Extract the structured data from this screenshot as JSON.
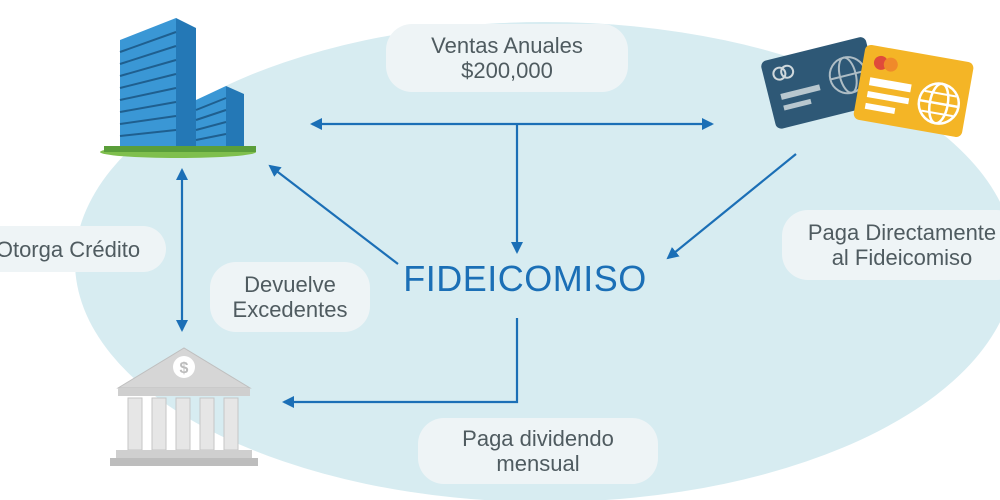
{
  "center": {
    "label": "FIDEICOMISO"
  },
  "labels": {
    "annual_sales": {
      "line1": "Ventas Anuales",
      "line2": "$200,000"
    },
    "grant_credit": {
      "line1": "Otorga Crédito"
    },
    "return_surplus": {
      "line1": "Devuelve",
      "line2": "Excedentes"
    },
    "pay_direct": {
      "line1": "Paga Directamente",
      "line2": "al Fideicomiso"
    },
    "monthly_dividend": {
      "line1": "Paga dividendo",
      "line2": "mensual"
    }
  },
  "icons": {
    "company": "office-buildings-icon",
    "bank": "bank-icon",
    "cards": "credit-cards-icon"
  },
  "colors": {
    "ellipse": "#d7ecf1",
    "arrow": "#1b6fb6",
    "center_text": "#1b6fb6",
    "label_bg": "#eef4f6",
    "label_text": "#4f5b60",
    "building": "#3a97d5",
    "grass": "#7fbf4d",
    "card_dark": "#2e5876",
    "card_yellow": "#f4b526"
  }
}
